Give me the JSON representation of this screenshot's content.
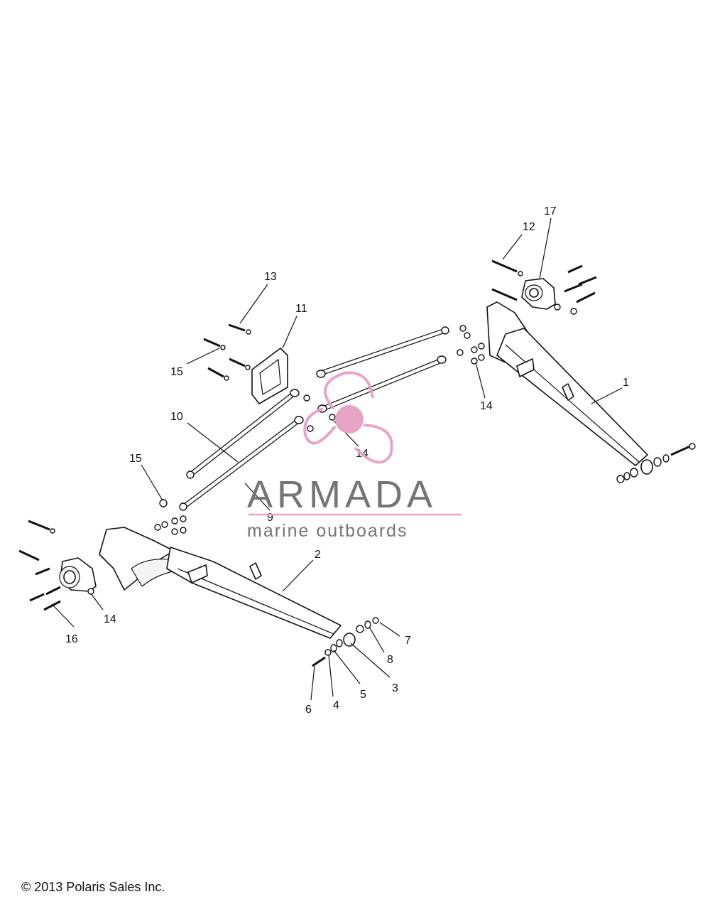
{
  "labels": {
    "p1": "1",
    "p2": "2",
    "p3": "3",
    "p4": "4",
    "p5": "5",
    "p6": "6",
    "p7": "7",
    "p8": "8",
    "p9": "9",
    "p10": "10",
    "p11": "11",
    "p12": "12",
    "p13": "13",
    "p14a": "14",
    "p14b": "14",
    "p14c": "14",
    "p15a": "15",
    "p15b": "15",
    "p16": "16",
    "p17": "17"
  },
  "watermark": {
    "title": "ARMADA",
    "subtitle": "marine outboards",
    "accent_color": "#e6a1c2",
    "text_color": "#6e6e6e"
  },
  "footer": {
    "copyright": "© 2013 Polaris Sales Inc."
  }
}
